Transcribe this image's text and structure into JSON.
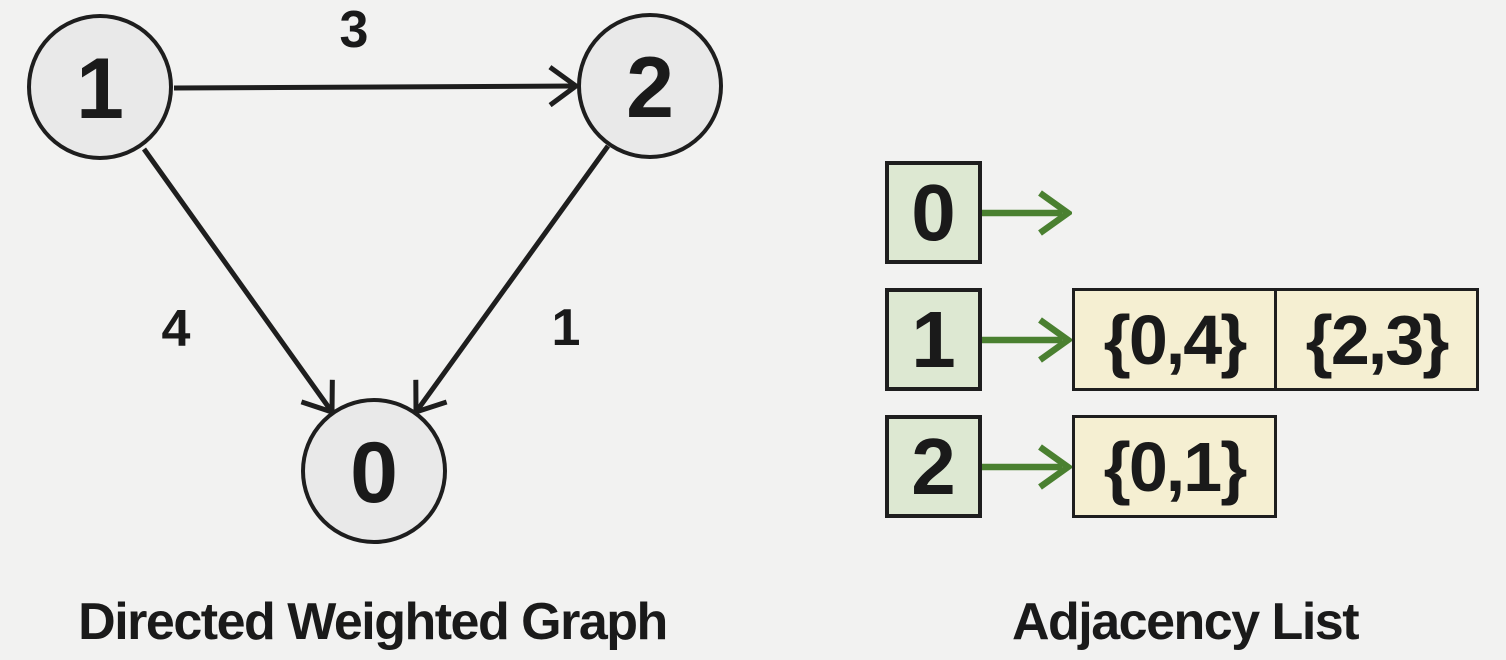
{
  "colors": {
    "bg": "#f2f2f1",
    "ink": "#1e1e1e",
    "text": "#1a1a1a",
    "node-fill": "#e9e9e9",
    "green-box-fill": "#dde8d2",
    "item-box-fill": "#f5efd2",
    "arrow-green": "#4a8030"
  },
  "graph": {
    "caption": "Directed Weighted Graph",
    "nodes": [
      {
        "id": "1"
      },
      {
        "id": "2"
      },
      {
        "id": "0"
      }
    ],
    "edges": [
      {
        "from": "1",
        "to": "2",
        "weight": "3"
      },
      {
        "from": "1",
        "to": "0",
        "weight": "4"
      },
      {
        "from": "2",
        "to": "0",
        "weight": "1"
      }
    ]
  },
  "adjacency": {
    "caption": "Adjacency List",
    "rows": [
      {
        "node": "0",
        "items": []
      },
      {
        "node": "1",
        "items": [
          "{0,4}",
          "{2,3}"
        ]
      },
      {
        "node": "2",
        "items": [
          "{0,1}"
        ]
      }
    ]
  }
}
